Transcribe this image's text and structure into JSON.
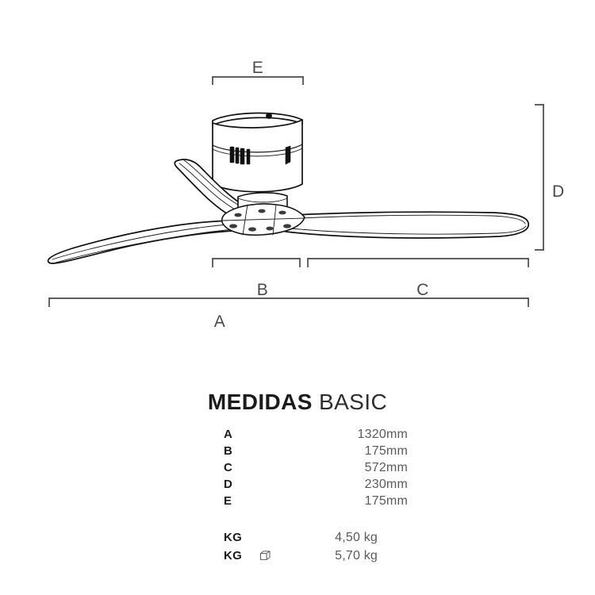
{
  "product": {
    "title_strong": "MEDIDAS",
    "title_light": "BASIC"
  },
  "dimension_labels": {
    "a": "A",
    "b": "B",
    "c": "C",
    "d": "D",
    "e": "E"
  },
  "measurements": [
    {
      "key": "A",
      "value": "1320mm"
    },
    {
      "key": "B",
      "value": "175mm"
    },
    {
      "key": "C",
      "value": "572mm"
    },
    {
      "key": "D",
      "value": "230mm"
    },
    {
      "key": "E",
      "value": "175mm"
    }
  ],
  "weights": [
    {
      "key": "KG",
      "icon": "",
      "value": "4,50 kg"
    },
    {
      "key": "KG",
      "icon": "box-icon",
      "value": "5,70 kg"
    }
  ],
  "colors": {
    "outline": "#111111",
    "dimension": "#4a4a4a",
    "value_text": "#5a5a5a",
    "key_text": "#1b1b1b",
    "background": "#ffffff"
  },
  "icons": {
    "box": "box-icon"
  }
}
